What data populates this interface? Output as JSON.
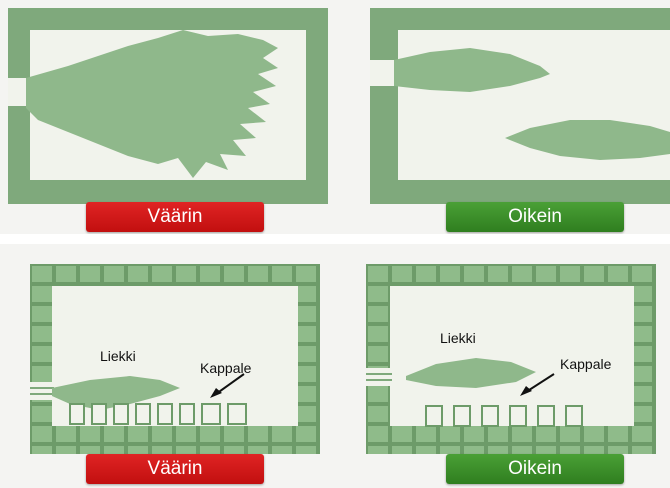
{
  "colors": {
    "furnace_green": "#7fa97c",
    "furnace_dark": "#5b8a58",
    "flame_green": "#8fb88b",
    "interior": "#f1f3ec",
    "wrong_badge": "#d61a1a",
    "right_badge": "#3d8f2b"
  },
  "top_left": {
    "badge": "Väärin"
  },
  "top_right": {
    "badge": "Oikein"
  },
  "bottom_left": {
    "flame_label": "Liekki",
    "piece_label": "Kappale",
    "badge": "Väärin"
  },
  "bottom_right": {
    "flame_label": "Liekki",
    "piece_label": "Kappale",
    "badge": "Oikein"
  }
}
